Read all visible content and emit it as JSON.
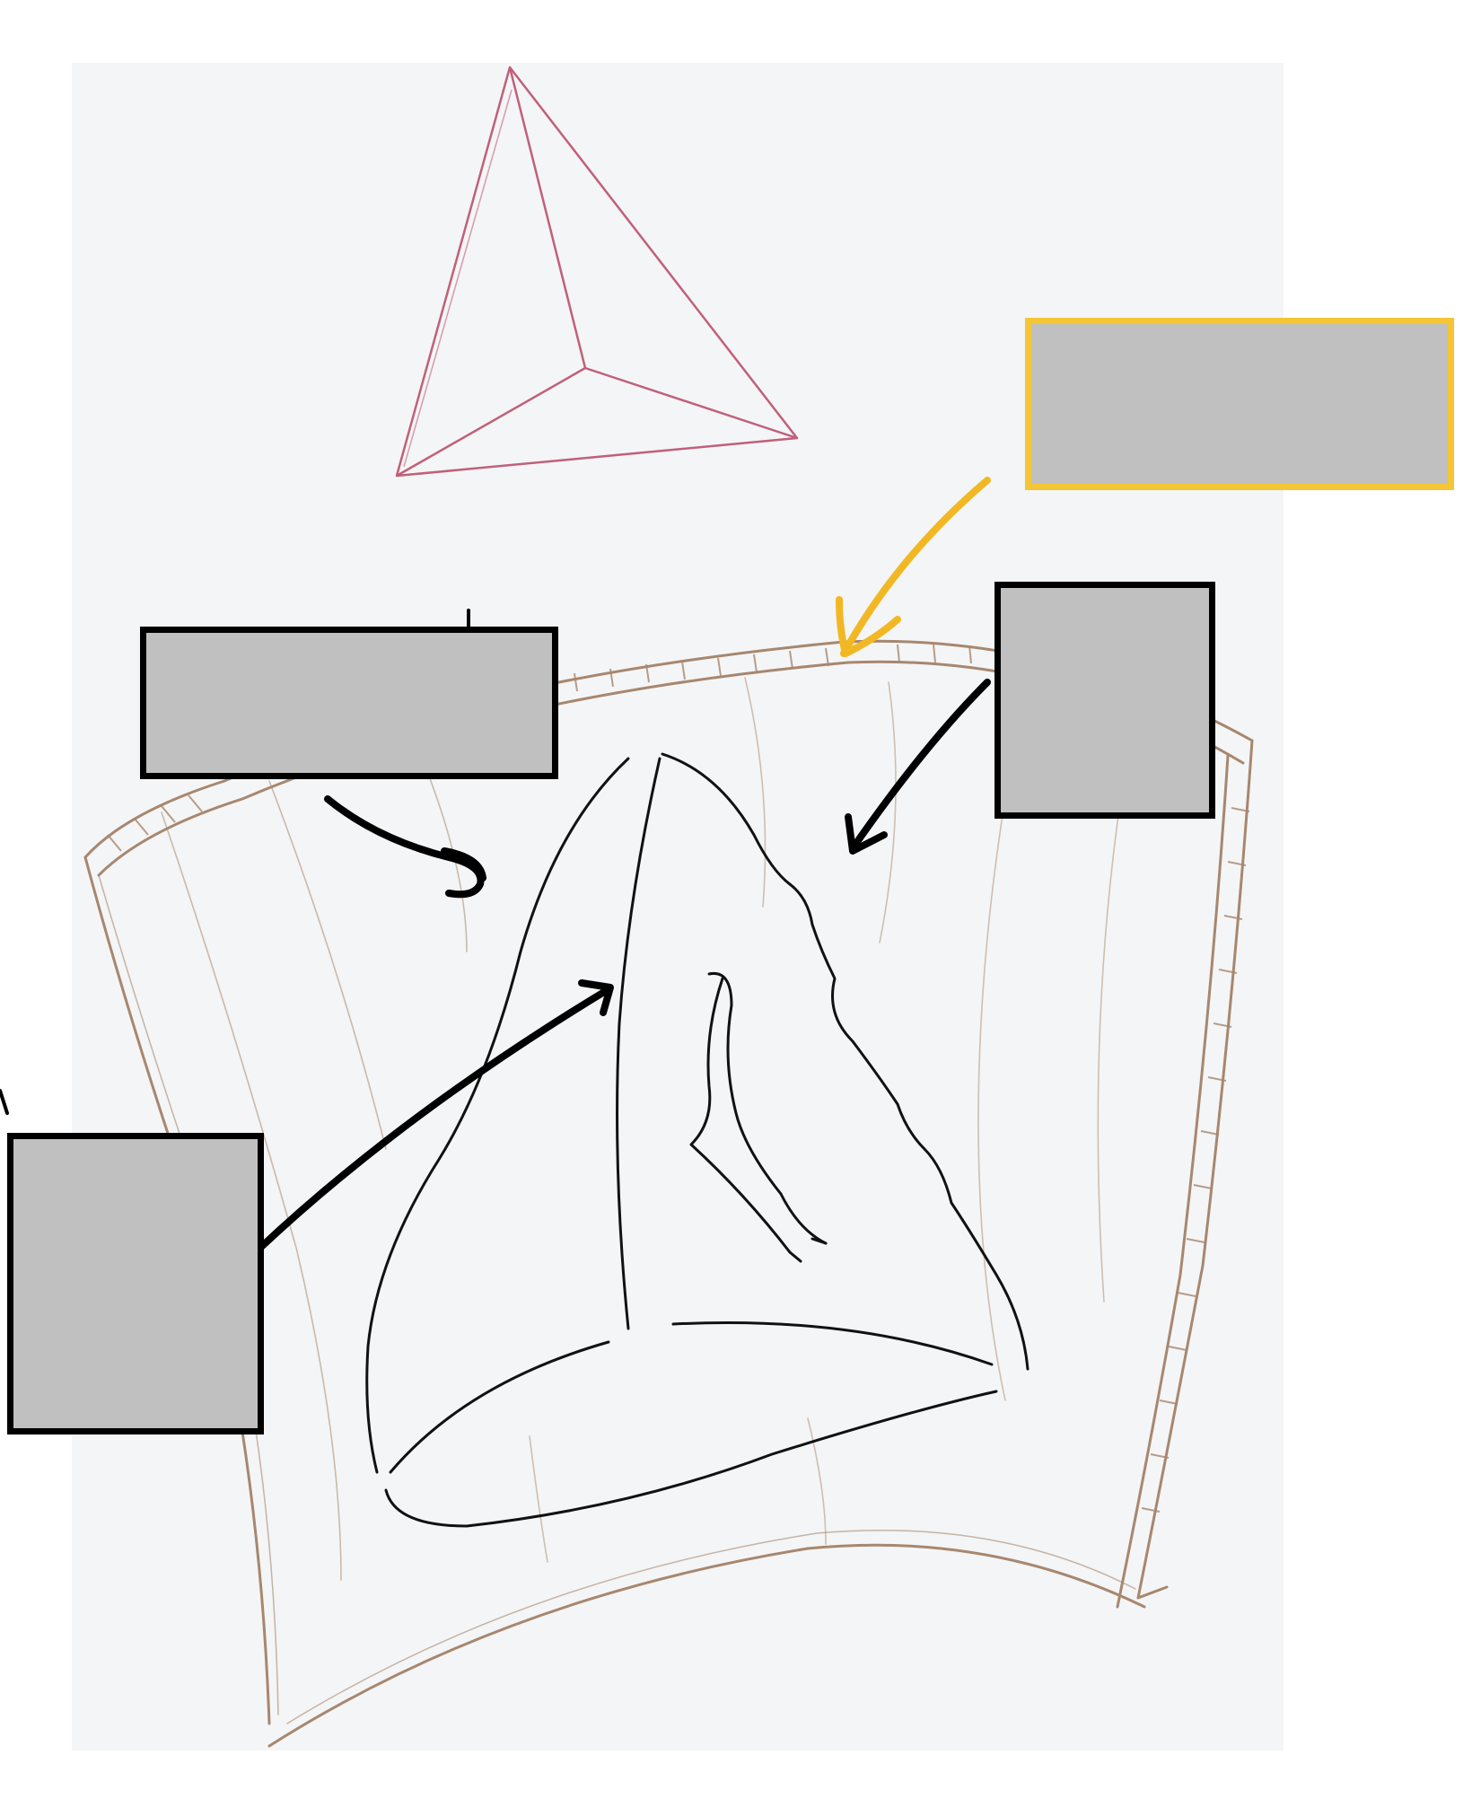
{
  "diagram": {
    "kind": "labeling-worksheet",
    "colors": {
      "paper": "#f4f5f6",
      "tetrahedron": "#c0607a",
      "chamber": "#a7876f",
      "leaflet": "#111111",
      "pointer": "#000000",
      "highlight_pointer": "#f2b824",
      "label_fill": "#c0c0c0",
      "label_border": "#000000",
      "label_border_highlight": "#f4c534"
    },
    "labels": [
      {
        "id": "label-top-right",
        "text": "",
        "highlighted": true
      },
      {
        "id": "label-upper-left",
        "text": "",
        "highlighted": false
      },
      {
        "id": "label-right",
        "text": "",
        "highlighted": false
      },
      {
        "id": "label-lower-left",
        "text": "",
        "highlighted": false
      }
    ]
  }
}
